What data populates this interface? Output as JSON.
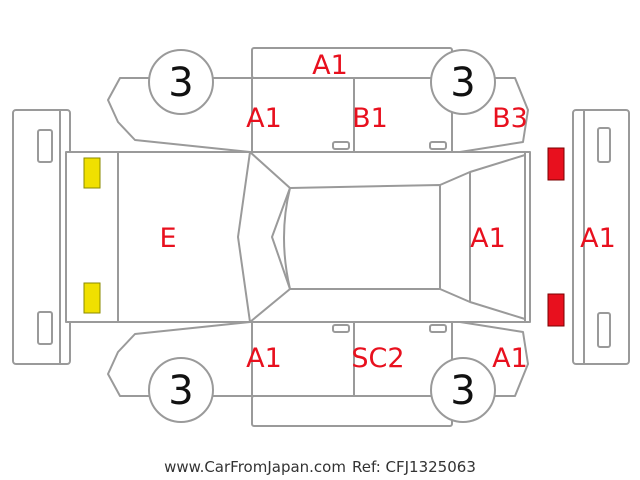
{
  "colors": {
    "line": "#9a9a9a",
    "damage_code": "#e8101e",
    "front_lamp": "#f0e000",
    "rear_lamp": "#e8101e"
  },
  "tyres": {
    "front_left": "3",
    "rear_left": "3",
    "front_right": "3",
    "rear_right": "3"
  },
  "codes": {
    "roof_edge_top": "A1",
    "front_door_top": "A1",
    "rear_door_top": "B1",
    "rear_quarter_top": "B3",
    "hood": "E",
    "rear_window": "A1",
    "rear_bumper": "A1",
    "front_door_bottom": "A1",
    "rear_door_bottom": "SC2",
    "rear_quarter_bottom": "A1"
  },
  "footer": {
    "site": "www.CarFromJapan.com",
    "ref": "Ref: CFJ1325063"
  }
}
